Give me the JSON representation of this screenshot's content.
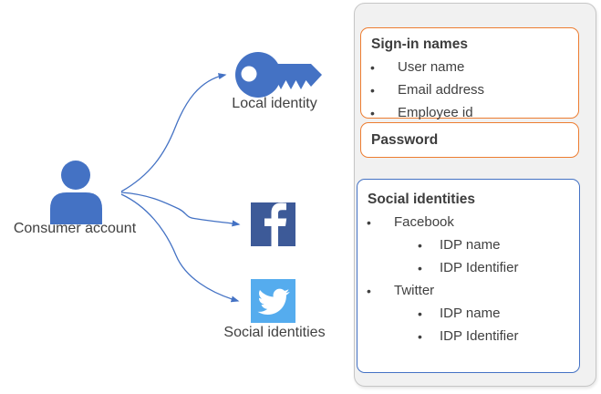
{
  "colors": {
    "accent_blue": "#4472C4",
    "facebook_blue": "#3D5A98",
    "twitter_blue": "#55ACEE",
    "orange_border": "#ED7D31",
    "panel_background": "#F1F1F1",
    "panel_border": "#C6C6C6",
    "text": "#404040",
    "icon_glyph_white": "#FFFFFF"
  },
  "diagram": {
    "consumer_account_label": "Consumer account",
    "local_identity_label": "Local identity",
    "social_identities_label": "Social identities",
    "icons": {
      "person": "person-icon",
      "key": "key-icon",
      "facebook": "facebook-icon",
      "twitter": "twitter-icon",
      "arrows": "curved-arrow"
    }
  },
  "panel": {
    "signin_box": {
      "title": "Sign-in names",
      "items": [
        "User name",
        "Email address",
        "Employee id"
      ]
    },
    "password_box": {
      "title": "Password"
    },
    "social_box": {
      "title": "Social identities",
      "providers": [
        {
          "name": "Facebook",
          "attributes": [
            "IDP name",
            "IDP Identifier"
          ]
        },
        {
          "name": "Twitter",
          "attributes": [
            "IDP name",
            "IDP Identifier"
          ]
        }
      ]
    }
  }
}
